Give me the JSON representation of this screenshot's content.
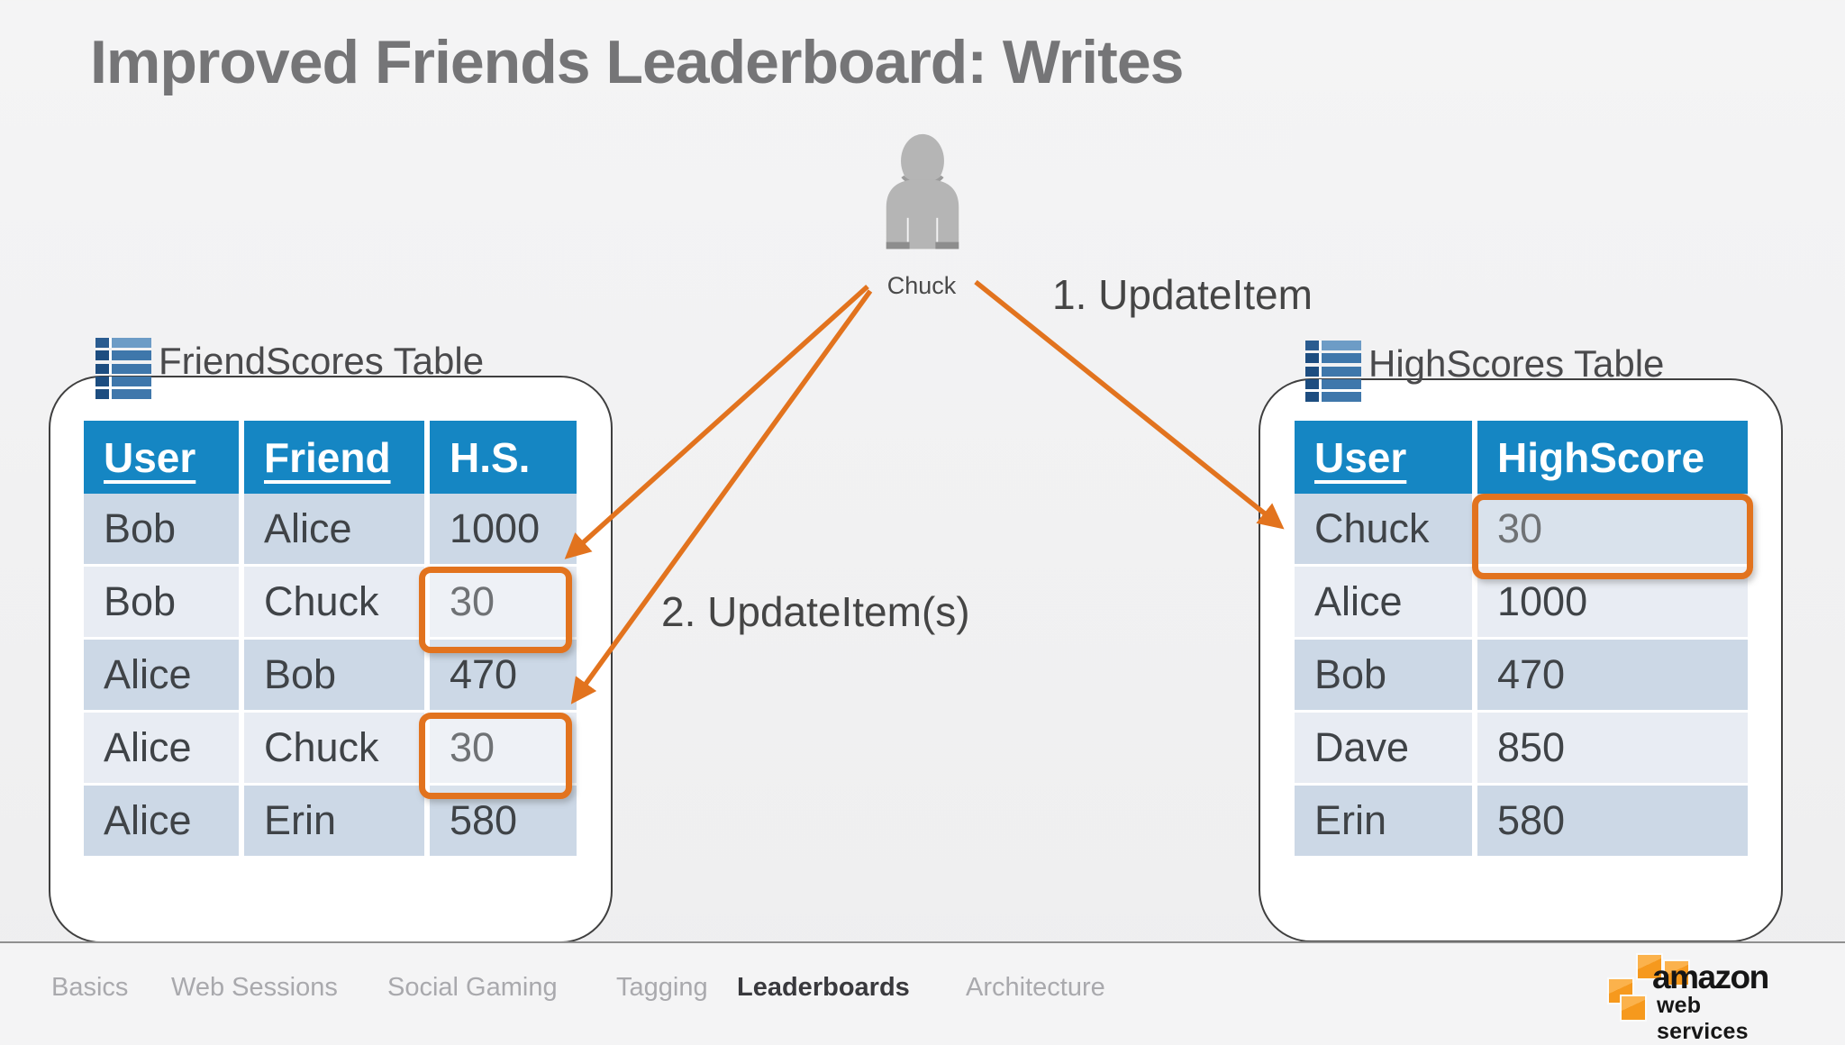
{
  "title": "Improved Friends Leaderboard: Writes",
  "actor": {
    "name": "Chuck"
  },
  "annotations": {
    "step1": "1. UpdateItem",
    "step2": "2. UpdateItem(s)"
  },
  "tables": {
    "friendscores": {
      "title": "FriendScores Table",
      "headers": [
        "User",
        "Friend",
        "H.S."
      ],
      "key_columns": [
        "User",
        "Friend"
      ],
      "rows": [
        [
          "Bob",
          "Alice",
          "1000"
        ],
        [
          "Bob",
          "Chuck",
          "30"
        ],
        [
          "Alice",
          "Bob",
          "470"
        ],
        [
          "Alice",
          "Chuck",
          "30"
        ],
        [
          "Alice",
          "Erin",
          "580"
        ]
      ],
      "highlights": [
        {
          "row": 1,
          "column": "H.S.",
          "value": "30"
        },
        {
          "row": 3,
          "column": "H.S.",
          "value": "30"
        }
      ]
    },
    "highscores": {
      "title": "HighScores Table",
      "headers": [
        "User",
        "HighScore"
      ],
      "key_columns": [
        "User"
      ],
      "rows": [
        [
          "Chuck",
          "30"
        ],
        [
          "Alice",
          "1000"
        ],
        [
          "Bob",
          "470"
        ],
        [
          "Dave",
          "850"
        ],
        [
          "Erin",
          "580"
        ]
      ],
      "highlights": [
        {
          "row": 0,
          "column": "HighScore",
          "value": "30"
        }
      ]
    }
  },
  "footer": {
    "items": [
      {
        "label": "Basics",
        "active": false
      },
      {
        "label": "Web Sessions",
        "active": false
      },
      {
        "label": "Social Gaming",
        "active": false
      },
      {
        "label": "Tagging",
        "active": false
      },
      {
        "label": "Leaderboards",
        "active": true
      },
      {
        "label": "Architecture",
        "active": false
      }
    ],
    "logo": {
      "line1": "amazon",
      "line2": "web services"
    }
  },
  "colors": {
    "header_blue": "#1586c3",
    "row_dark": "#ccd8e6",
    "row_light": "#e8ecf3",
    "accent_orange": "#e2731e",
    "title_gray": "#757577",
    "aws_orange": "#f6991d"
  }
}
